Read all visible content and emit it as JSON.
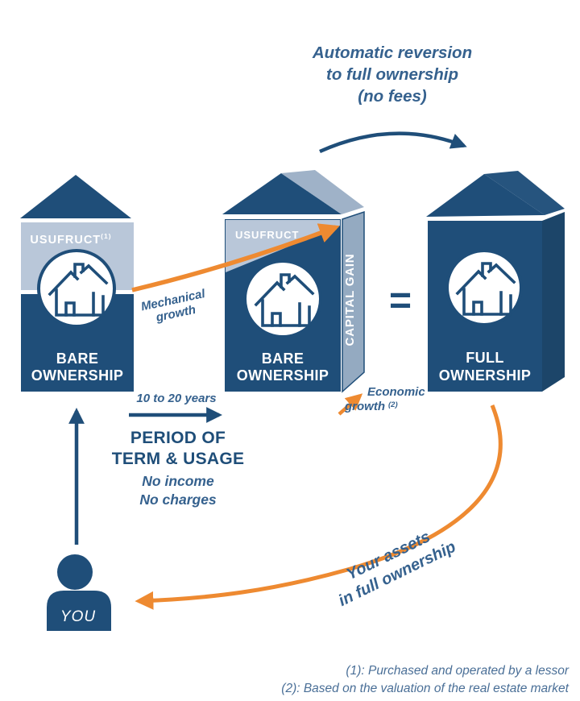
{
  "colors": {
    "navy": "#1f4e79",
    "navy_dark_side": "#1c4569",
    "roof_facet_light": "#9fb2c8",
    "roof_facet_dark": "#26547e",
    "light_band": "#b9c7d9",
    "steel_side": "#94aac1",
    "orange": "#ee8a31",
    "text_blue": "#35618e",
    "footnote_blue": "#4a6f97"
  },
  "reversion_note": {
    "line1": "Automatic reversion",
    "line2": "to full ownership",
    "line3": "(no fees)"
  },
  "house_start": {
    "band_label": "USUFRUCT",
    "band_sup": "(1)",
    "name_line1": "BARE",
    "name_line2": "OWNERSHIP"
  },
  "house_mid": {
    "band_label": "USUFRUCT",
    "side_label": "CAPITAL GAIN",
    "name_line1": "BARE",
    "name_line2": "OWNERSHIP"
  },
  "house_full": {
    "name_line1": "FULL",
    "name_line2": "OWNERSHIP"
  },
  "equals_sign": "=",
  "mechanical_growth": {
    "line1": "Mechanical",
    "line2": "growth"
  },
  "economic_growth": {
    "line1": "Economic",
    "line2": "growth",
    "sup": "(2)"
  },
  "period": {
    "duration": "10 to 20 years",
    "title_line1": "PERIOD OF",
    "title_line2": "TERM & USAGE",
    "note_line1": "No income",
    "note_line2": "No charges"
  },
  "you_label": "YOU",
  "assets_note": {
    "line1": "Your assets",
    "line2": "in full ownership"
  },
  "footnotes": [
    "(1): Purchased and operated by a lessor",
    "(2): Based on the valuation of the real estate market"
  ]
}
